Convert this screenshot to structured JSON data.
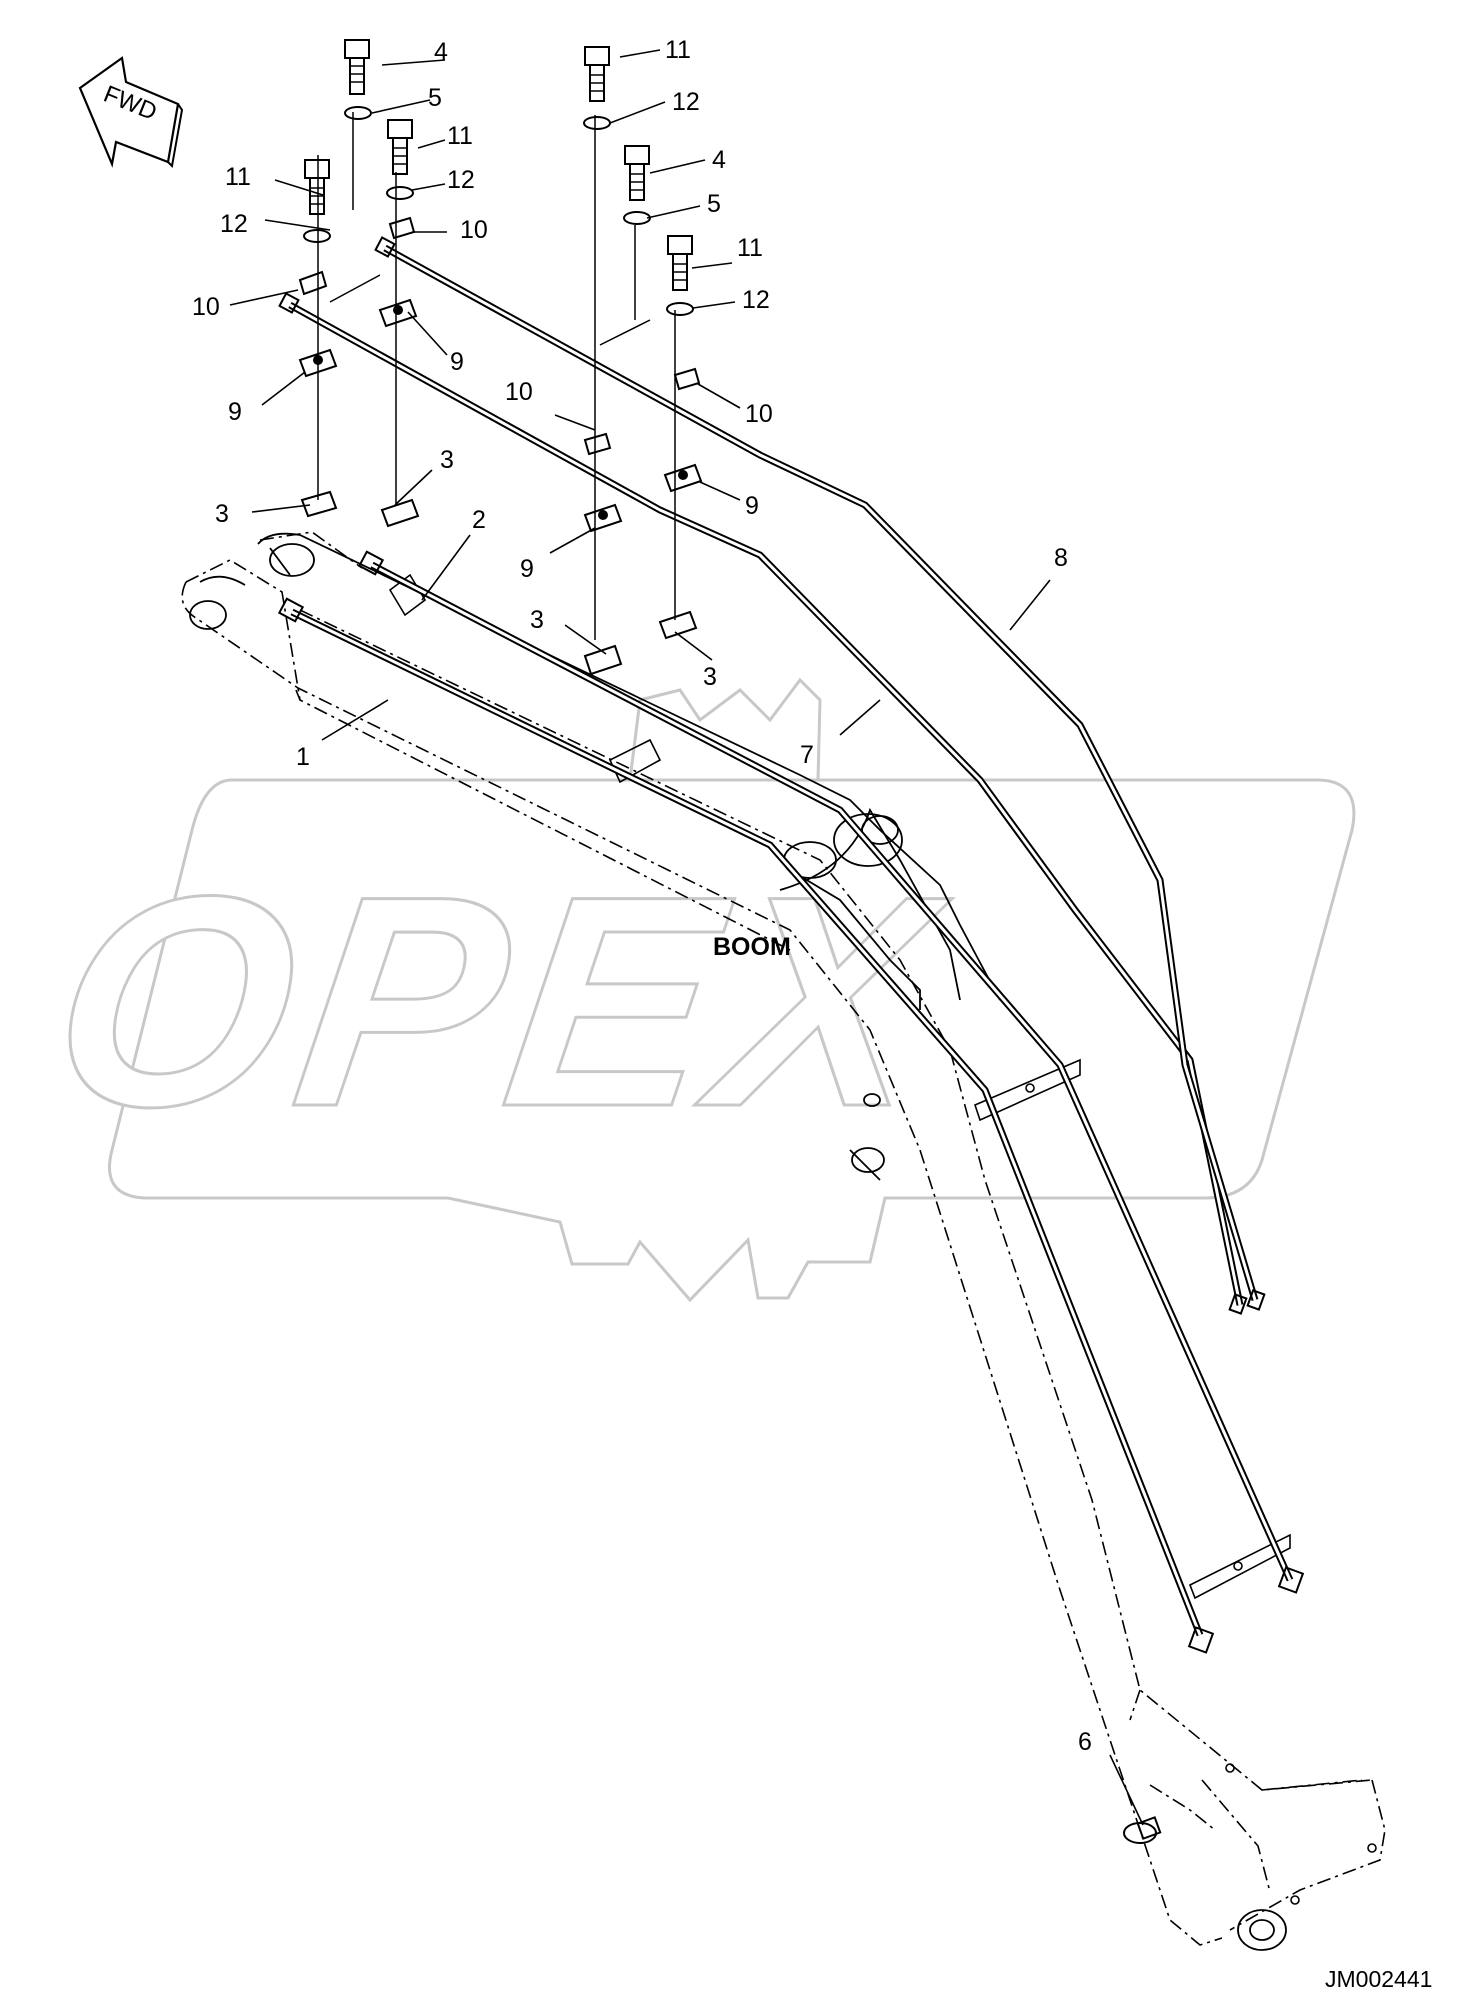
{
  "watermark": {
    "text": "OPEX"
  },
  "direction_label": "FWD",
  "boom_label": "BOOM",
  "reference_code": "JM002441",
  "callouts": [
    {
      "id": "c1",
      "text": "1"
    },
    {
      "id": "c2",
      "text": "2"
    },
    {
      "id": "c3a",
      "text": "3"
    },
    {
      "id": "c3b",
      "text": "3"
    },
    {
      "id": "c3c",
      "text": "3"
    },
    {
      "id": "c3d",
      "text": "3"
    },
    {
      "id": "c4a",
      "text": "4"
    },
    {
      "id": "c4b",
      "text": "4"
    },
    {
      "id": "c5a",
      "text": "5"
    },
    {
      "id": "c5b",
      "text": "5"
    },
    {
      "id": "c6",
      "text": "6"
    },
    {
      "id": "c7",
      "text": "7"
    },
    {
      "id": "c8",
      "text": "8"
    },
    {
      "id": "c9a",
      "text": "9"
    },
    {
      "id": "c9b",
      "text": "9"
    },
    {
      "id": "c9c",
      "text": "9"
    },
    {
      "id": "c9d",
      "text": "9"
    },
    {
      "id": "c10a",
      "text": "10"
    },
    {
      "id": "c10b",
      "text": "10"
    },
    {
      "id": "c10c",
      "text": "10"
    },
    {
      "id": "c10d",
      "text": "10"
    },
    {
      "id": "c11a",
      "text": "11"
    },
    {
      "id": "c11b",
      "text": "11"
    },
    {
      "id": "c11c",
      "text": "11"
    },
    {
      "id": "c11d",
      "text": "11"
    },
    {
      "id": "c12a",
      "text": "12"
    },
    {
      "id": "c12b",
      "text": "12"
    },
    {
      "id": "c12c",
      "text": "12"
    },
    {
      "id": "c12d",
      "text": "12"
    }
  ]
}
